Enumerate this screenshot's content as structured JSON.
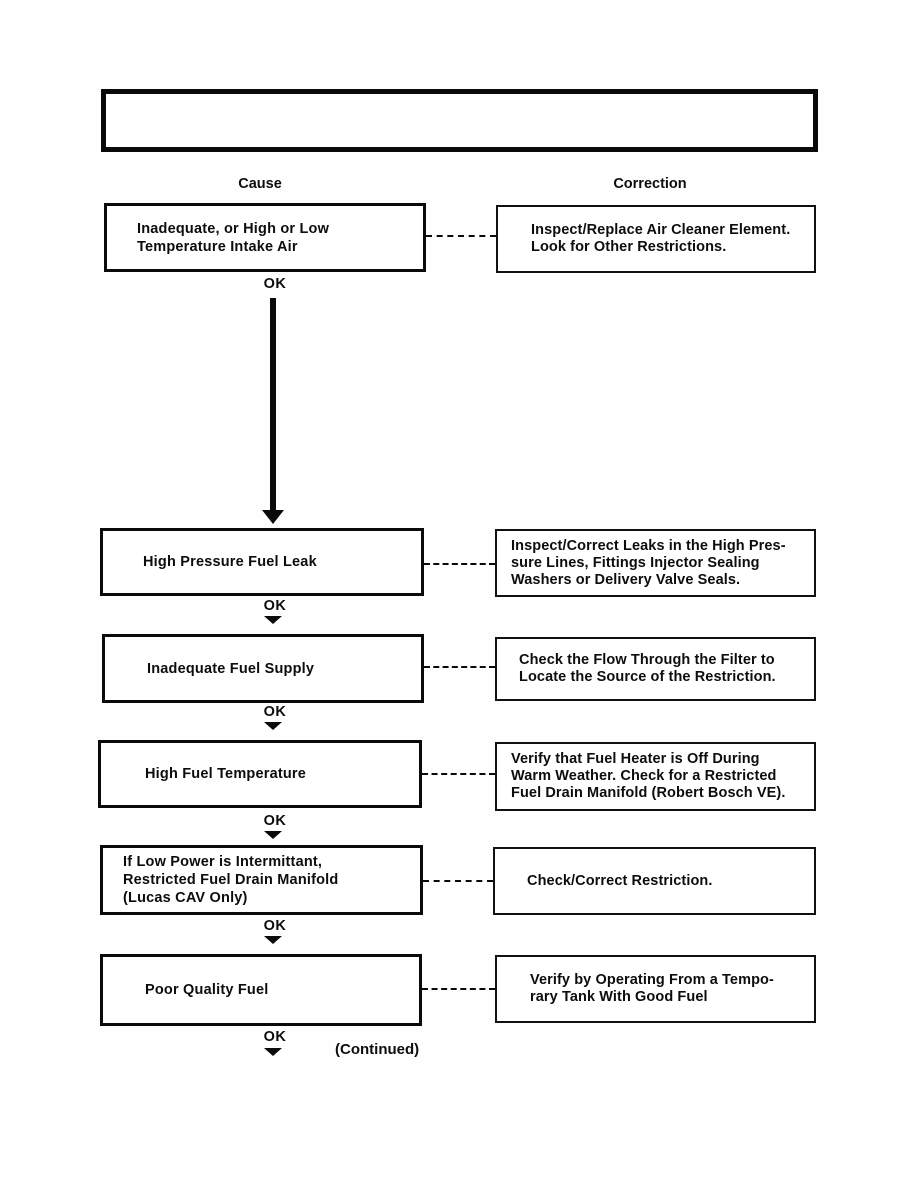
{
  "document": {
    "title_box_text": "",
    "column_headers": {
      "cause": "Cause",
      "correction": "Correction"
    },
    "ok_label": "OK",
    "continued_label": "(Continued)",
    "rows": [
      {
        "cause": "Inadequate, or High or Low\nTemperature Intake Air",
        "correction": "Inspect/Replace Air Cleaner Element.\nLook for Other Restrictions."
      },
      {
        "cause": "High Pressure Fuel Leak",
        "correction": "Inspect/Correct Leaks in the High Pres-\nsure Lines, Fittings Injector Sealing\nWashers or Delivery Valve Seals."
      },
      {
        "cause": "Inadequate Fuel Supply",
        "correction": "Check the Flow Through the Filter to\nLocate the Source of the Restriction."
      },
      {
        "cause": "High Fuel Temperature",
        "correction": "Verify that Fuel Heater is Off During\nWarm Weather. Check for a Restricted\nFuel Drain Manifold (Robert Bosch VE)."
      },
      {
        "cause": "If Low Power is Intermittant,\nRestricted Fuel Drain Manifold\n(Lucas CAV Only)",
        "correction": "Check/Correct Restriction."
      },
      {
        "cause": "Poor Quality Fuel",
        "correction": "Verify by Operating From a Tempo-\nrary Tank With Good Fuel"
      }
    ]
  }
}
